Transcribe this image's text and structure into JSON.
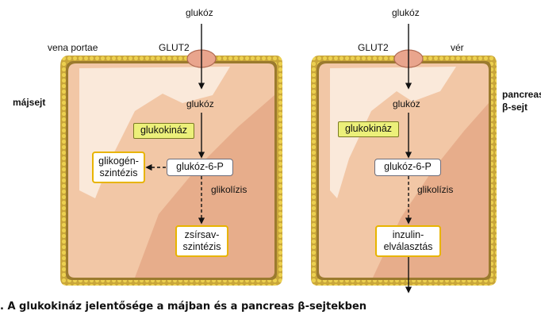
{
  "left": {
    "input_top": "glukóz",
    "transporter": "GLUT2",
    "vessel": "vena portae",
    "cell_name": "májsejt",
    "glucose_inside": "glukóz",
    "enzyme": "glukokináz",
    "g6p": "glukóz-6-P",
    "side_box_line1": "glikogén-",
    "side_box_line2": "szintézis",
    "pathway": "glikolízis",
    "end_box_line1": "zsírsav-",
    "end_box_line2": "szintézis"
  },
  "right": {
    "input_top": "glukóz",
    "transporter": "GLUT2",
    "vessel": "vér",
    "cell_name_line1": "pancreas",
    "cell_name_line2": "β-sejt",
    "glucose_inside": "glukóz",
    "enzyme": "glukokináz",
    "g6p": "glukóz-6-P",
    "pathway": "glikolízis",
    "end_box_line1": "inzulin-",
    "end_box_line2": "elválasztás"
  },
  "caption": ". A glukokináz jelentősége a májban és a pancreas β-sejtekben",
  "colors": {
    "membrane_head": "#e9c93a",
    "membrane_tail": "#a8892a",
    "cytoplasm": "#f2c7a6",
    "cytoplasm_dark": "#e3a482",
    "nucleus_light": "#fbece0",
    "transporter": "#e9a58d",
    "enzyme_box": "#ecf07a",
    "product_box_border": "#e8b400"
  }
}
